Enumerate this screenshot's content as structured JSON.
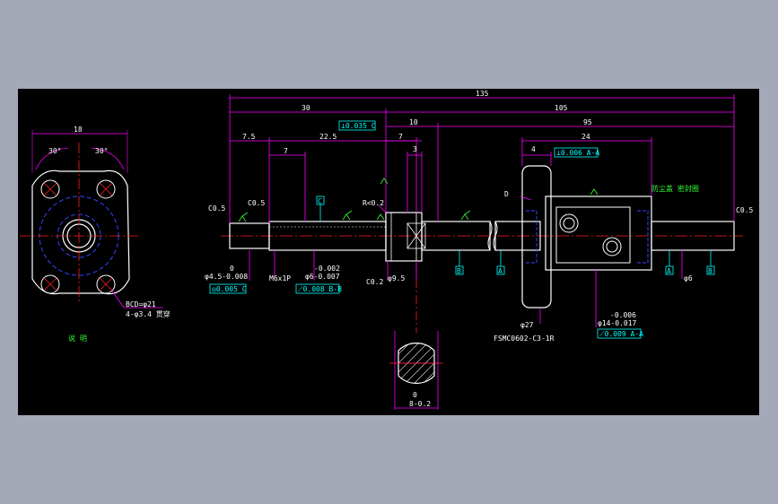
{
  "colors": {
    "background": "#a4a9b8",
    "canvas": "#000000",
    "outline": "#ffffff",
    "dimension": "#ff00ff",
    "centerline": "#ff2020",
    "hidden": "#3344ff",
    "annotation": "#33ff33",
    "datum": "#00ffff"
  },
  "overall": {
    "len_135": "135",
    "len_30": "30",
    "len_105": "105",
    "len_10": "10",
    "len_95": "95",
    "len_7_5": "7.5",
    "len_7a": "7",
    "len_22_5": "22.5",
    "len_7b": "7",
    "len_3": "3",
    "len_24": "24",
    "len_4": "4"
  },
  "labels": {
    "c05_left": "C0.5",
    "c05_step": "C0.5",
    "c05_right": "C0.5",
    "r02": "R<0.2",
    "c02": "C0.2",
    "d_label": "D",
    "m6": "M6x1P",
    "d95": "φ9.5",
    "d6": "φ6",
    "d27": "φ27",
    "nut_model": "FSMC0602-C3-1R"
  },
  "tolerances": {
    "t1_top": "0",
    "t1_main": "φ4.5-0.008",
    "t2_top": "-0.002",
    "t2_main": "φ6-0.007",
    "t3_top": "-0.006",
    "t3_main": "φ14-0.017",
    "sec_top": "0",
    "sec_main": "8-0.2"
  },
  "frames": {
    "f1": "⊥0.035 C",
    "f2": "⟂0.006 A-A",
    "f3": "◎0.005 C",
    "f4": "⟋0.008 B-B",
    "f5": "⟋0.009 A-A"
  },
  "datums": {
    "c": "C",
    "b1": "B",
    "a1": "A",
    "a2": "A",
    "b2": "B"
  },
  "side_view": {
    "width": "18",
    "angle_left": "30°",
    "angle_right": "30°",
    "bcd": "BCD=φ21",
    "holes": "4-φ3.4 贯穿",
    "note": "说 明",
    "flange_note": "防尘盖 密封圈"
  }
}
